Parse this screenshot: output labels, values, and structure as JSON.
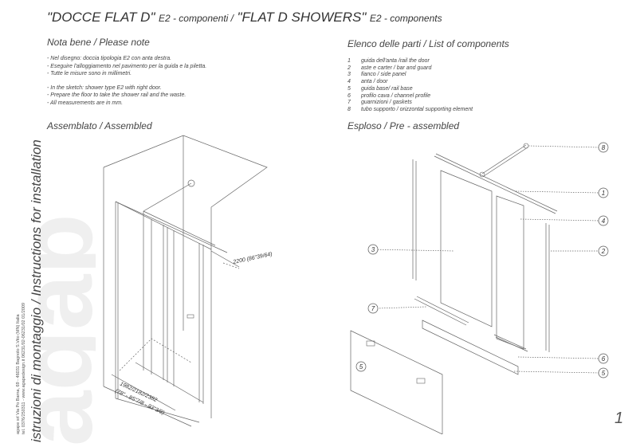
{
  "brand": {
    "logo_text": "agap",
    "address_line1": "agape srl Via Po Barna, 69 - 46031 Bagnolo S.Vito (MN) Italia",
    "address_line2": "tel. 0376/250311 - www.agapedesign.it  06231/02-06231/02 01/2009"
  },
  "sidebar": {
    "title": "istruzioni di montaggio / Instructions for installation"
  },
  "header": {
    "title_it": "\"DOCCE FLAT D\"",
    "subtitle_it": "E2 - componenti /",
    "title_en": "\"FLAT D SHOWERS\"",
    "subtitle_en": "E2 - components"
  },
  "note": {
    "title": "Nota bene / Please note",
    "items_it": [
      "- Nel disegno: doccia tipologia E2 con anta destra.",
      "- Eseguire l'alloggiamento nel pavimento per la guida e la piletta.",
      "- Tutte le misure sono in millimetri."
    ],
    "items_en": [
      "- In the sketch: shower type E2 with right door.",
      "- Prepare the floor to take the shower rail and the waste.",
      "- All measurements are in mm."
    ]
  },
  "components": {
    "title": "Elenco delle parti / List of components",
    "items": [
      {
        "num": "1",
        "label": "guida dell'anta /rail the door"
      },
      {
        "num": "2",
        "label": "aste e carter / bar and guard"
      },
      {
        "num": "3",
        "label": "fianco / side panel"
      },
      {
        "num": "4",
        "label": "anta / door"
      },
      {
        "num": "5",
        "label": "guida base/ rail base"
      },
      {
        "num": "6",
        "label": "profilo cava / channel profile"
      },
      {
        "num": "7",
        "label": "guarnizioni / gaskets"
      },
      {
        "num": "8",
        "label": "tubo supporto / orizzontal supporting element"
      }
    ]
  },
  "assembled": {
    "title": "Assemblato / Assembled",
    "dim_height": "2200 (86\"39/64)",
    "dim_width_1": "1982/2182/2382",
    "dim_width_2": "(78\" - 85\"7/8 - 93\"3/8)"
  },
  "exploded": {
    "title": "Esploso / Pre - assembled",
    "callouts": {
      "c8": "8",
      "c1": "1",
      "c4": "4",
      "c2": "2",
      "c3": "3",
      "c7": "7",
      "c6": "6",
      "c5a": "5",
      "c5b": "5"
    }
  },
  "page_number": "1"
}
